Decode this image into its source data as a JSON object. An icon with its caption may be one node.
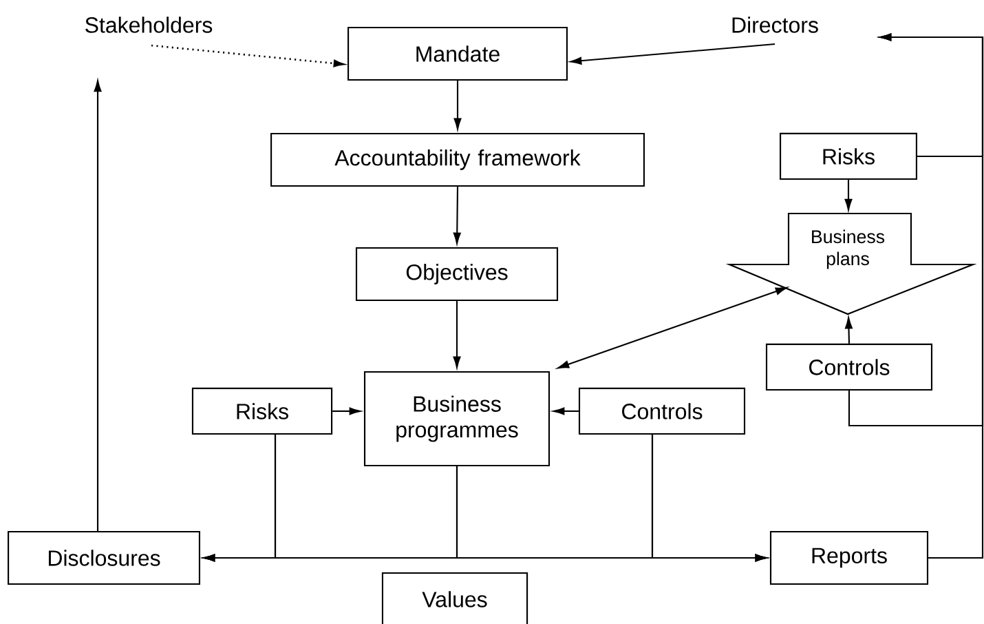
{
  "diagram": {
    "nodes": [
      {
        "text": [
          "Stakeholders"
        ]
      },
      {
        "text": [
          "Mandate"
        ]
      },
      {
        "text": [
          "Directors"
        ]
      },
      {
        "text": [
          "Accountability framework"
        ]
      },
      {
        "text": [
          "Risks"
        ]
      },
      {
        "text": [
          "Business plans"
        ]
      },
      {
        "text": [
          "Objectives"
        ]
      },
      {
        "text": [
          "Controls"
        ]
      },
      {
        "text": [
          "Risks"
        ]
      },
      {
        "text": [
          "Business programmes"
        ]
      },
      {
        "text": [
          "Controls"
        ]
      },
      {
        "text": [
          "Disclosures"
        ]
      },
      {
        "text": [
          "Reports"
        ]
      },
      {
        "text": [
          "Values"
        ]
      }
    ],
    "edges": [
      {
        "from": 0,
        "to": 1,
        "arrow": "to",
        "style": "dashed"
      },
      {
        "from": 2,
        "to": 1,
        "arrow": "to"
      },
      {
        "from": 1,
        "to": 3,
        "arrow": "to"
      },
      {
        "from": 3,
        "to": 6,
        "arrow": "to"
      },
      {
        "from": 6,
        "to": 9,
        "arrow": "to"
      },
      {
        "from": 4,
        "to": 5,
        "arrow": "to"
      },
      {
        "from": 7,
        "to": 5,
        "arrow": "to"
      },
      {
        "from": 9,
        "to": 5,
        "arrow": "both"
      },
      {
        "from": 8,
        "to": 9,
        "arrow": "to"
      },
      {
        "from": 10,
        "to": 9,
        "arrow": "to"
      },
      {
        "from": 8,
        "to": 11,
        "arrow": "to"
      },
      {
        "from": 9,
        "to": 11,
        "arrow": "to"
      },
      {
        "from": 10,
        "to": 11,
        "arrow": "to"
      },
      {
        "from": 8,
        "to": 12,
        "arrow": "to"
      },
      {
        "from": 9,
        "to": 12,
        "arrow": "to"
      },
      {
        "from": 10,
        "to": 12,
        "arrow": "to"
      },
      {
        "from": 11,
        "to": 0,
        "arrow": "to"
      },
      {
        "from": 4,
        "to": 2,
        "arrow": "to"
      },
      {
        "from": 7,
        "to": 2,
        "arrow": "to"
      },
      {
        "from": 12,
        "to": 2,
        "arrow": "to"
      }
    ]
  }
}
